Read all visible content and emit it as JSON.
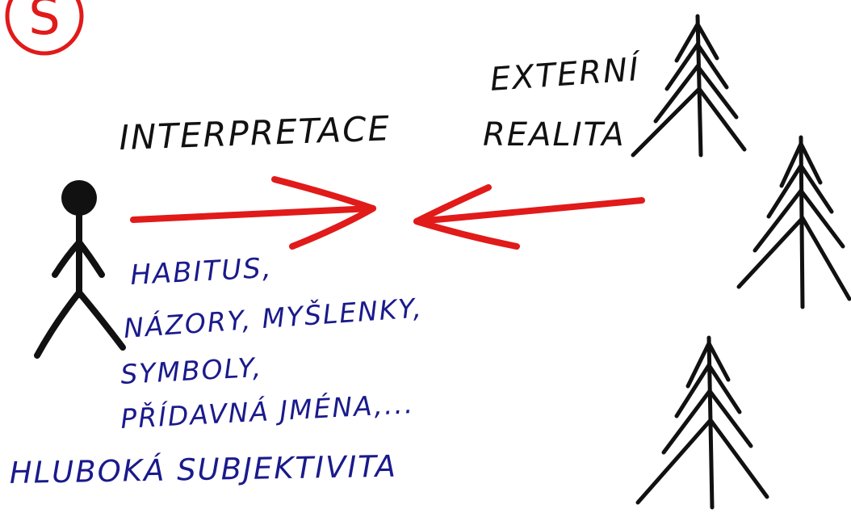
{
  "badge": {
    "letter": "S"
  },
  "labels": {
    "interpretation": "INTERPRETACE",
    "external_line1": "EXTERNÍ",
    "external_line2": "REALITA"
  },
  "influences": [
    "HABITUS,",
    "NÁZORY, MYŠLENKY,",
    "SYMBOLY,",
    "PŘÍDAVNÁ JMÉNA,...",
    "HLUBOKÁ SUBJEKTIVITA"
  ],
  "icons": {
    "person": "stick-figure-icon",
    "tree": "tree-icon",
    "arrow": "red-arrow-icon",
    "badge": "circled-letter-icon"
  },
  "colors": {
    "ink": "#111111",
    "blue_ink": "#1a1a8c",
    "red": "#e11a1a"
  }
}
